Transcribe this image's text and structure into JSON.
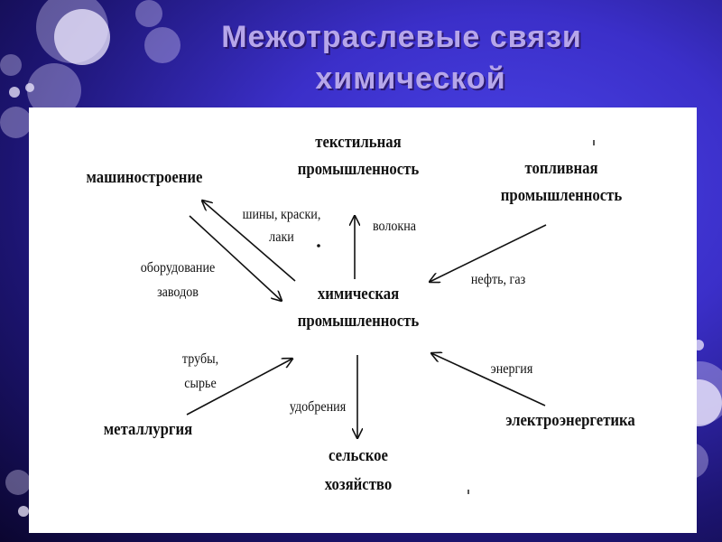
{
  "title": {
    "line1": "Межотраслевые  связи",
    "line2": "химической"
  },
  "diagram": {
    "center": {
      "line1": "химическая",
      "line2": "промышленность"
    },
    "nodes": {
      "textile": {
        "line1": "текстильная",
        "line2": "промышленность"
      },
      "fuel": {
        "line1": "топливная",
        "line2": "промышленность"
      },
      "machine": {
        "label": "машиностроение"
      },
      "metallurgy": {
        "label": "металлургия"
      },
      "agriculture": {
        "line1": "сельское",
        "line2": "хозяйство"
      },
      "energy": {
        "label": "электроэнергетика"
      }
    },
    "edge_labels": {
      "tires": {
        "line1": "шины, краски,",
        "line2": "лаки"
      },
      "fibers": {
        "label": "волокна"
      },
      "equipment": {
        "line1": "оборудование",
        "line2": "заводов"
      },
      "oil_gas": {
        "label": "нефть, газ"
      },
      "pipes": {
        "line1": "трубы,",
        "line2": "сырье"
      },
      "energy_in": {
        "label": "энергия"
      },
      "fertilizers": {
        "label": "удобрения"
      }
    }
  }
}
